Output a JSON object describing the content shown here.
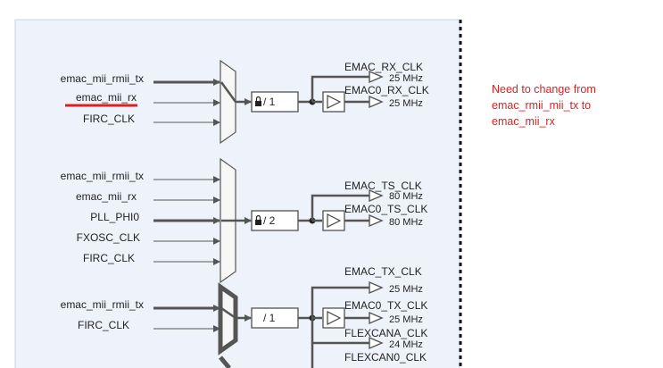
{
  "groups": [
    {
      "inputs": [
        "emac_mii_rmii_tx",
        "emac_mii_rx",
        "FIRC_CLK"
      ],
      "divider": "/ 1",
      "outputs": [
        {
          "name": "EMAC_RX_CLK",
          "freq": "25 MHz"
        },
        {
          "name": "EMAC0_RX_CLK",
          "freq": "25 MHz"
        }
      ]
    },
    {
      "inputs": [
        "emac_mii_rmii_tx",
        "emac_mii_rx",
        "PLL_PHI0",
        "FXOSC_CLK",
        "FIRC_CLK"
      ],
      "divider": "/ 2",
      "outputs": [
        {
          "name": "EMAC_TS_CLK",
          "freq": "80 MHz"
        },
        {
          "name": "EMAC0_TS_CLK",
          "freq": "80 MHz"
        }
      ]
    },
    {
      "inputs": [
        "emac_mii_rmii_tx",
        "FIRC_CLK"
      ],
      "divider": "/ 1",
      "outputs": [
        {
          "name": "EMAC_TX_CLK",
          "freq": "25 MHz"
        },
        {
          "name": "EMAC0_TX_CLK",
          "freq": "25 MHz"
        },
        {
          "name": "FLEXCANA_CLK",
          "freq": "24 MHz"
        },
        {
          "name": "FLEXCAN0_CLK",
          "freq": ""
        }
      ]
    }
  ],
  "note": {
    "lines": [
      "Need to change from",
      "emac_rmii_mii_tx to",
      "emac_mii_rx"
    ],
    "color": "#e02020"
  },
  "colors": {
    "panel_bg": "#eef2fa",
    "wire": "#555555",
    "highlight_underline": "#e02020"
  }
}
